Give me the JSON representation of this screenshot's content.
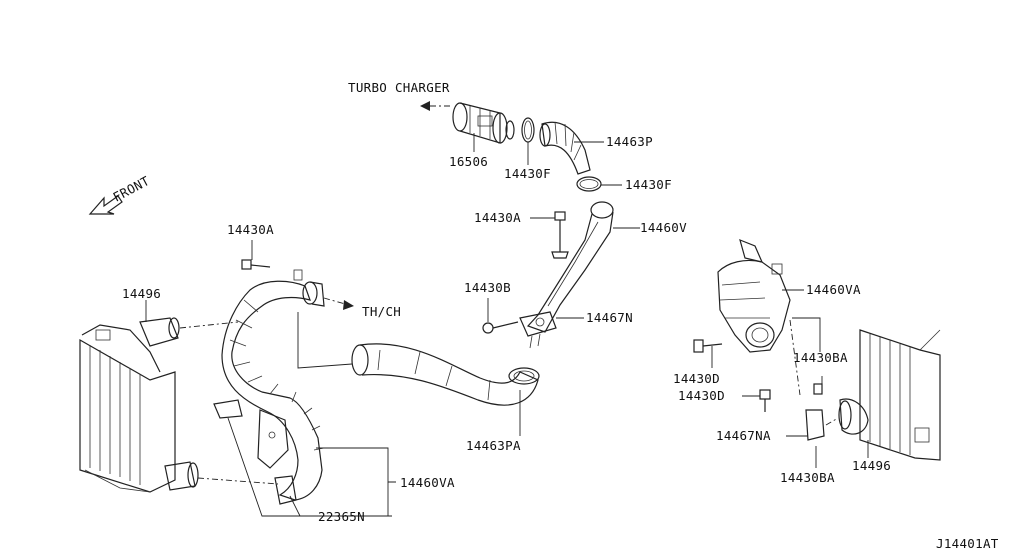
{
  "diagram": {
    "labels": {
      "turbo": "TURBO CHARGER",
      "front": "FRONT",
      "thch": "TH/CH",
      "p16506": "16506",
      "p14430F_a": "14430F",
      "p14463P": "14463P",
      "p14430F_b": "14430F",
      "p14430A_top": "14430A",
      "p14460V": "14460V",
      "p14430A_left": "14430A",
      "p14496_left": "14496",
      "p14430B": "14430B",
      "p14467N": "14467N",
      "p14460VA_right": "14460VA",
      "p14430BA_top": "14430BA",
      "p14430D_a": "14430D",
      "p14430D_b": "14430D",
      "p14467NA": "14467NA",
      "p14496_right": "14496",
      "p14430BA_bottom": "14430BA",
      "p14463PA": "14463PA",
      "p14460VA_bottom": "14460VA",
      "p22365N": "22365N",
      "code": "J14401AT"
    }
  }
}
